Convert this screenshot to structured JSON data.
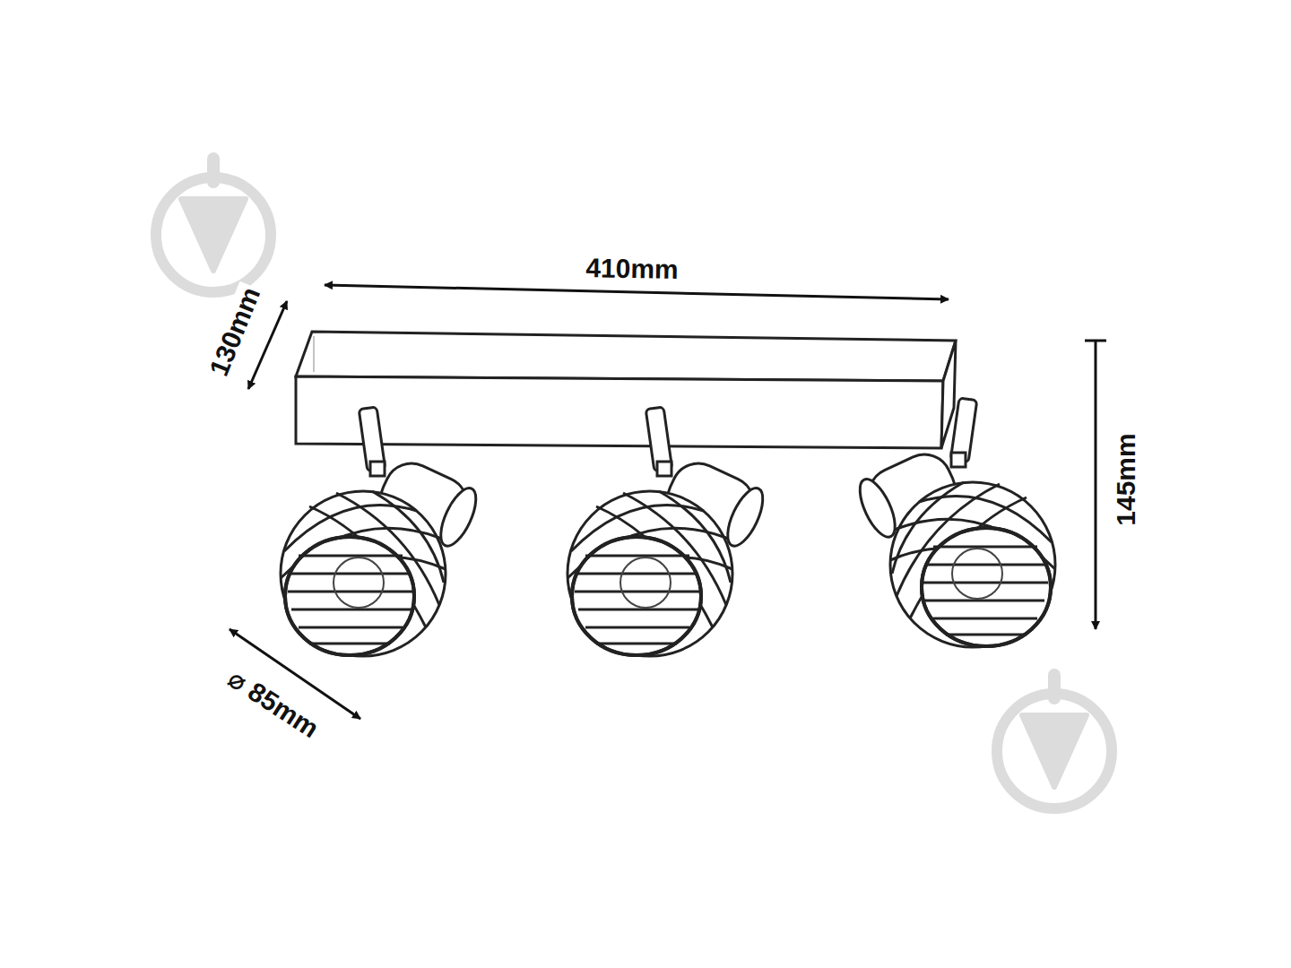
{
  "diagram": {
    "labels": [
      "410mm",
      "130mm",
      "145mm",
      "⌀ 85mm"
    ]
  }
}
